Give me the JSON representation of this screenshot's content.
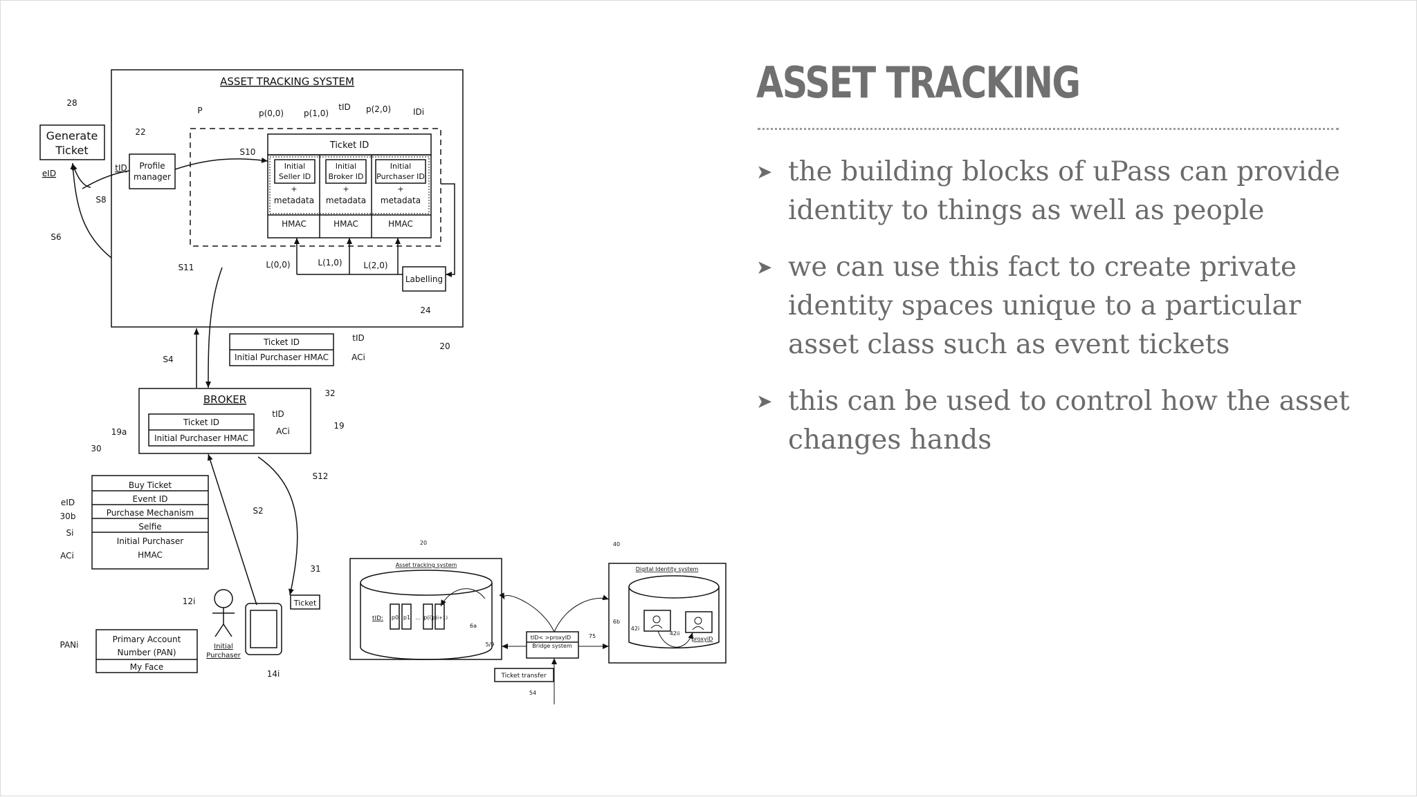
{
  "title": "ASSET TRACKING",
  "bullets": [
    "the building blocks of uPass can provide identity to things as well as people",
    "we can use this fact to create private identity spaces unique to a particular asset class such as event tickets",
    "this can be used to control how the asset changes hands"
  ],
  "bullet_glyph": "➤",
  "diagram1": {
    "system_title": "ASSET TRACKING SYSTEM",
    "generate_ticket": [
      "Generate",
      "Ticket"
    ],
    "profile_manager": [
      "Profile",
      "manager"
    ],
    "ticket_id": "Ticket ID",
    "cells": [
      [
        "Initial",
        "Seller ID"
      ],
      [
        "Initial",
        "Broker ID"
      ],
      [
        "Initial",
        "Purchaser ID"
      ]
    ],
    "plus": "+",
    "metadata": "metadata",
    "hmac": "HMAC",
    "labelling": "Labelling",
    "refs": {
      "r28": "28",
      "r22": "22",
      "eID": "eID",
      "tID": "tID",
      "S8": "S8",
      "S6": "S6",
      "P": "P",
      "p00": "p(0,0)",
      "p10": "p(1,0)",
      "tID2": "tID",
      "p20": "p(2,0)",
      "IDi": "IDi",
      "S10": "S10",
      "L00": "L(0,0)",
      "L10": "L(1,0)",
      "L20": "L(2,0)",
      "r24": "24",
      "S11": "S11",
      "r20": "20",
      "S4": "S4",
      "tID3": "tID",
      "ACi": "ACi",
      "r32": "32",
      "tID4": "tID",
      "ACi2": "ACi",
      "r19": "19",
      "r19a": "19a",
      "r30": "30",
      "S12": "S12",
      "eID2": "eID",
      "r30b": "30b",
      "Si": "Si",
      "ACi3": "ACi",
      "S2": "S2",
      "r31": "31",
      "r12i": "12i",
      "PANi": "PANi",
      "r14i": "14i"
    },
    "ticket_box": [
      "Ticket ID",
      "Initial Purchaser HMAC"
    ],
    "broker_title": "BROKER",
    "broker_box": [
      "Ticket ID",
      "Initial Purchaser HMAC"
    ],
    "purchase_list": [
      "Buy Ticket",
      "Event ID",
      "Purchase Mechanism",
      "Selfie",
      "Initial Purchaser",
      "HMAC"
    ],
    "ticket_label": "Ticket",
    "purchaser_label": [
      "Initial",
      "Purchaser"
    ],
    "pan_list": [
      "Primary Account",
      "Number (PAN)",
      "My Face"
    ]
  },
  "diagram2": {
    "r20": "20",
    "asset_title": "Asset tracking system",
    "tID": "tID:",
    "cells": [
      "p0",
      "p1",
      "p(i)",
      "p(i+1)"
    ],
    "dots": "...",
    "r6a": "6a",
    "r59": "5/9",
    "bridge_top": "tID< >proxyID",
    "bridge_bottom": "Bridge system",
    "r75": "75",
    "r40": "40",
    "digital_title": "Digital Identity system",
    "r6b": "6b",
    "r42i": "42i",
    "r42ii": "42ii",
    "proxyID": "proxyID",
    "ticket_transfer": "Ticket transfer",
    "r54": "54"
  }
}
